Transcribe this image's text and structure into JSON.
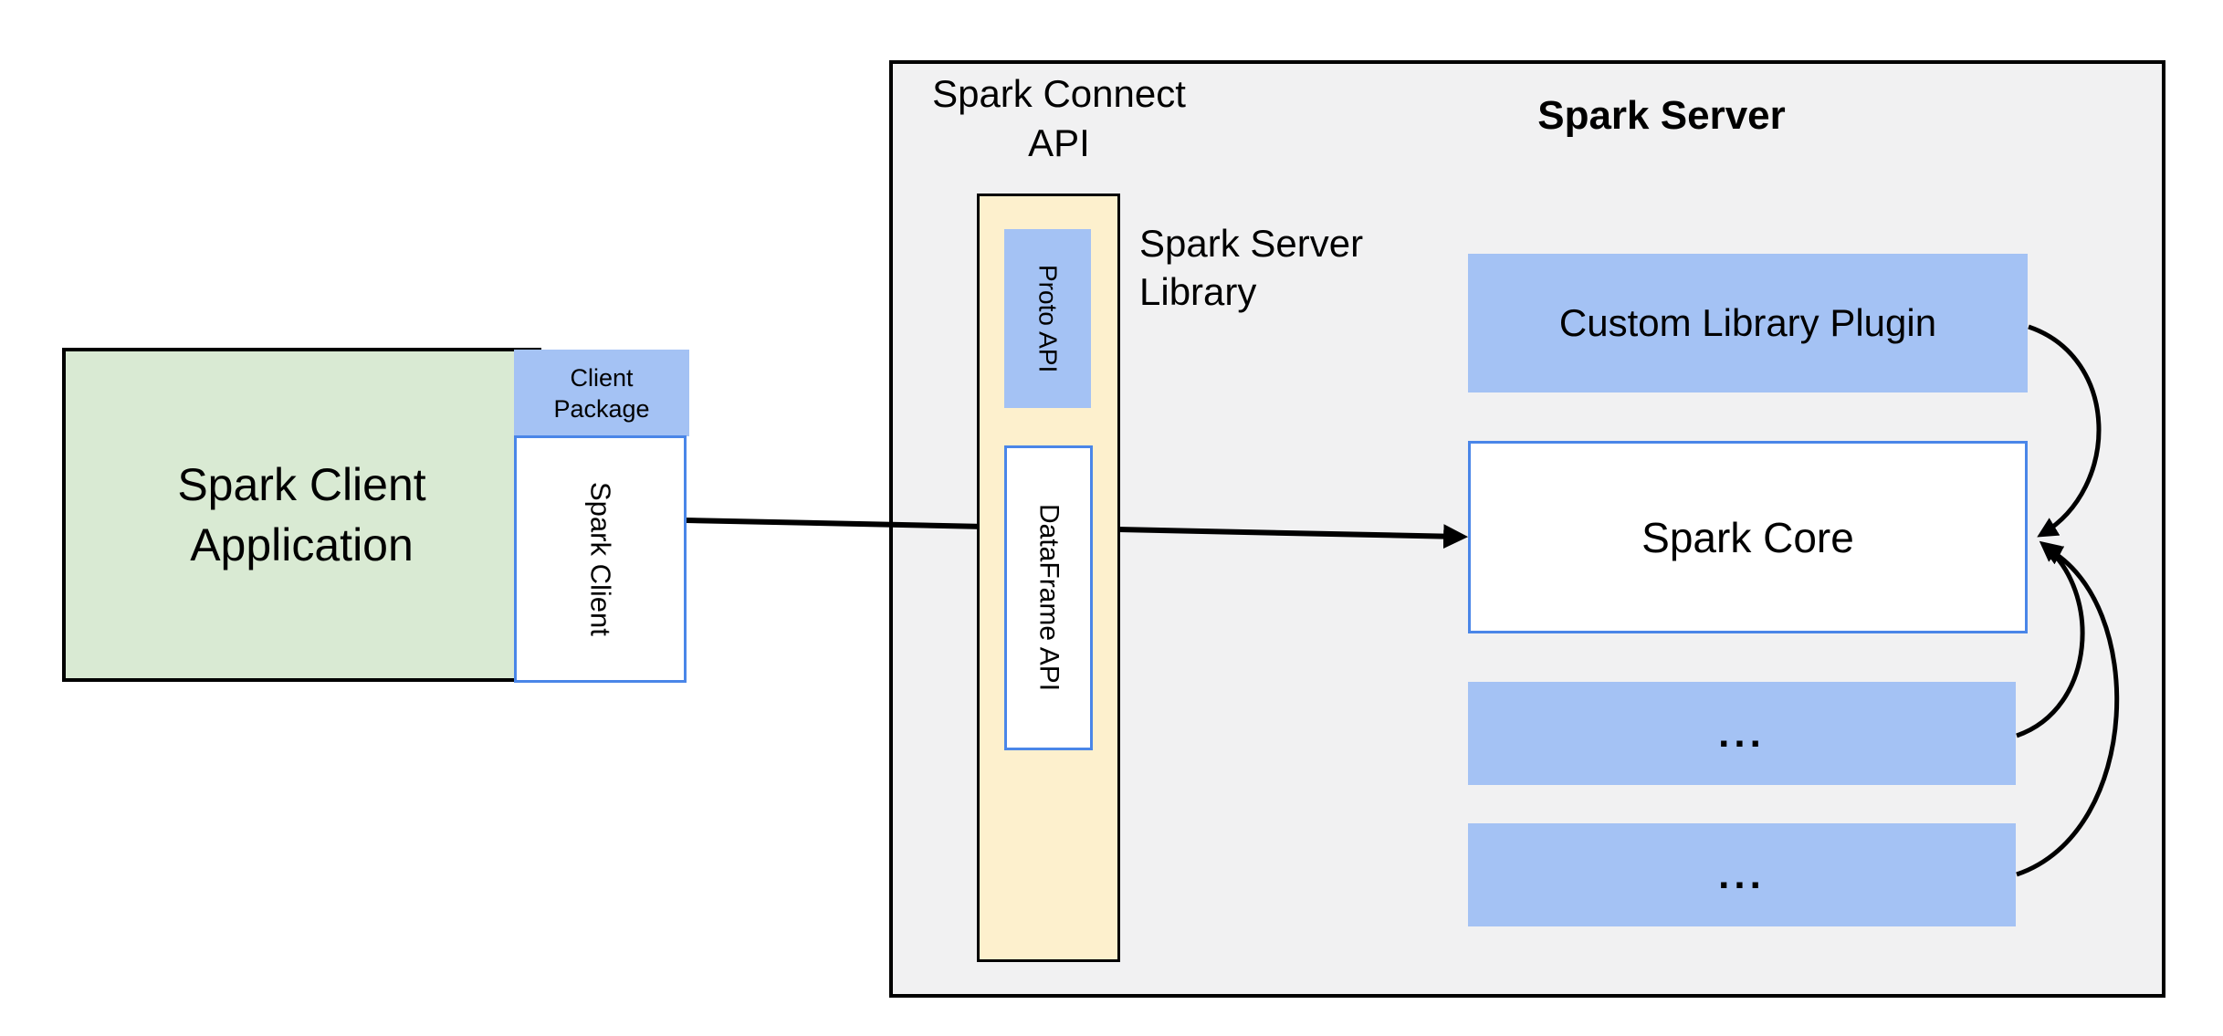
{
  "diagram": {
    "title_left": {
      "line1": "Spark Connect",
      "line2": "API"
    },
    "server_title": "Spark Server",
    "server_library_label": {
      "line1": "Spark Server",
      "line2": "Library"
    },
    "client_app": {
      "line1": "Spark Client",
      "line2": "Application"
    },
    "client_package": {
      "line1": "Client",
      "line2": "Package"
    },
    "spark_client": "Spark Client",
    "proto_api": "Proto API",
    "dataframe_api": "DataFrame API",
    "custom_library_plugin": "Custom Library Plugin",
    "spark_core": "Spark Core",
    "ellipsis_box_1": "...",
    "ellipsis_box_2": "..."
  },
  "colors": {
    "blue_fill": "#a4c2f4",
    "blue_border": "#4a86e8",
    "green_fill": "#d9ead3",
    "yellow_fill": "#fdf0cd",
    "panel_fill": "#f1f1f2",
    "arrow": "#000000"
  }
}
